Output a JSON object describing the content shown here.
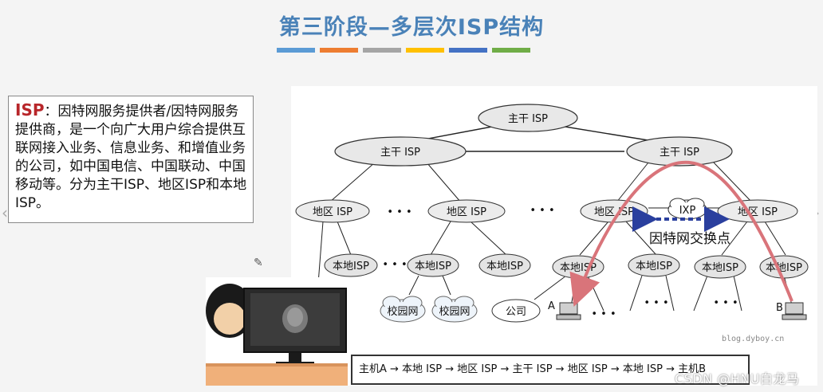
{
  "slide": {
    "title": "第三阶段—多层次ISP结构",
    "color_bars": [
      "#5b9bd5",
      "#ed7d31",
      "#a5a5a5",
      "#ffc000",
      "#4472c4",
      "#70ad47"
    ]
  },
  "definition": {
    "term": "ISP",
    "text": "：因特网服务提供者/因特网服务提供商，是一个向广大用户综合提供互联网接入业务、信息业务、和增值业务的公司，如中国电信、中国联动、中国移动等。分为主干ISP、地区ISP和本地ISP。"
  },
  "diagram": {
    "backbone_top": "主干 ISP",
    "backbone_left": "主干 ISP",
    "backbone_right": "主干 ISP",
    "regional_1": "地区 ISP",
    "regional_2": "地区 ISP",
    "regional_3": "地区 ISP",
    "regional_4": "地区 ISP",
    "local_1": "本地ISP",
    "local_2": "本地ISP",
    "local_3": "本地ISP",
    "local_4": "本地ISP",
    "local_5": "本地ISP",
    "local_6": "本地ISP",
    "local_7": "本地ISP",
    "campus_1": "校园网",
    "campus_2": "校园网",
    "company": "公司",
    "ixp": "IXP",
    "ixp_caption": "因特网交换点",
    "host_a": "A",
    "host_b": "B",
    "ellipsis": "• • •",
    "ellipsis_small": "• • •",
    "ellipsis_host": "• • •"
  },
  "path_text": "主机A → 本地 ISP → 地区 ISP → 主干 ISP → 地区 ISP → 本地 ISP → 主机B",
  "watermark": "blog.dyboy.cn",
  "csdn_mark": "CSDN @HNU白龙马",
  "colors": {
    "title": "#4a82b8",
    "route_arrow": "#d9747a",
    "ixp_arrow": "#2a3f9e",
    "term": "#b8262a"
  }
}
